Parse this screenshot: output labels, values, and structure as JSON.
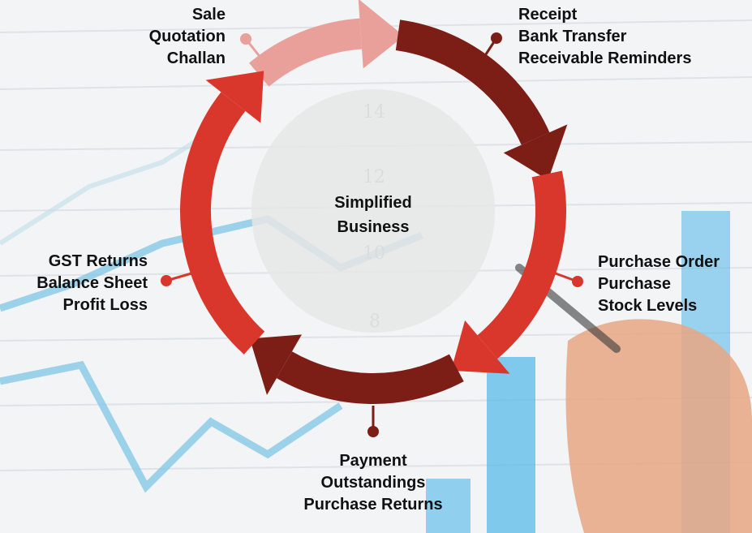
{
  "center": {
    "line1": "Simplified",
    "line2": "Business"
  },
  "segments": {
    "sales": {
      "items": [
        "Sale",
        "Quotation",
        "Challan"
      ],
      "color": "#e9a09a"
    },
    "receipts": {
      "items": [
        "Receipt",
        "Bank Transfer",
        "Receivable Reminders"
      ],
      "color": "#7c1d16"
    },
    "purchase": {
      "items": [
        "Purchase Order",
        "Purchase",
        "Stock Levels"
      ],
      "color": "#d9372c"
    },
    "payments": {
      "items": [
        "Payment",
        "Outstandings",
        "Purchase Returns"
      ],
      "color": "#7c1d16"
    },
    "reports": {
      "items": [
        "GST Returns",
        "Balance Sheet",
        "Profit Loss"
      ],
      "color": "#d9372c"
    }
  },
  "background_ruler_numbers": [
    "14",
    "12",
    "10",
    "8"
  ]
}
